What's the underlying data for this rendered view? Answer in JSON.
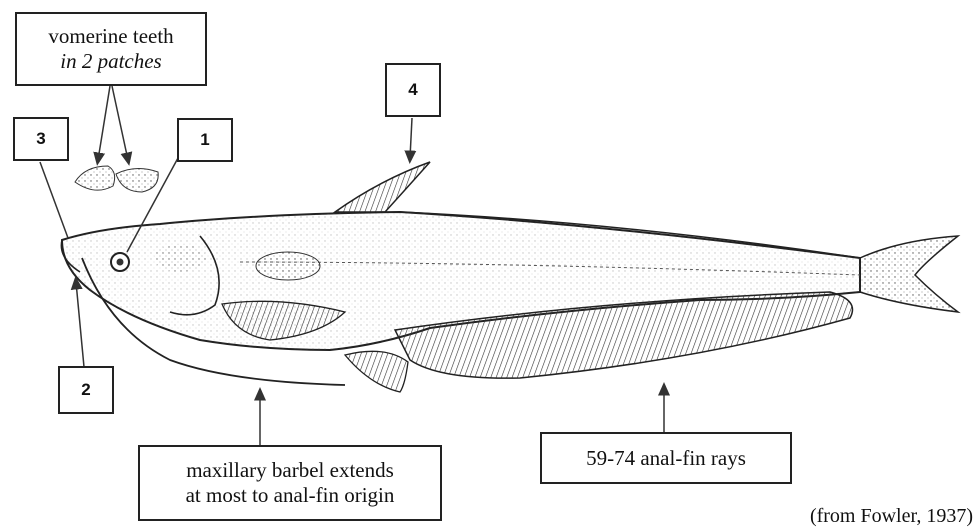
{
  "labels": {
    "vomerine_line1": "vomerine teeth",
    "vomerine_line2": "in 2 patches",
    "callout_1": "1",
    "callout_2": "2",
    "callout_3": "3",
    "callout_4": "4",
    "barbel": "maxillary barbel extends\nat most to anal-fin origin",
    "anal_fin_rays": "59-74 anal-fin rays",
    "credit": "(from Fowler, 1937)"
  }
}
